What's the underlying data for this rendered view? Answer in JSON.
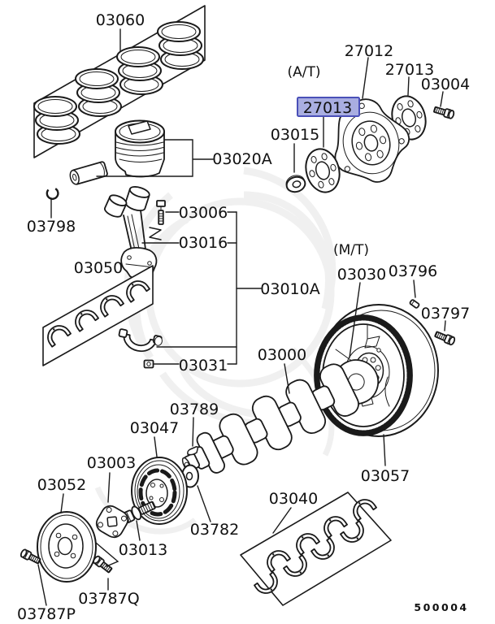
{
  "diagram": {
    "doc_number": "500004",
    "variants": {
      "automatic": "(A/T)",
      "manual": "(M/T)"
    },
    "colors": {
      "background": "#ffffff",
      "line": "#1a1a1a",
      "label_text": "#111111",
      "highlight_fill": "#a9aee1",
      "highlight_border": "#4a50b8",
      "highlight_text": "#16166a",
      "watermark": "#e4e4e4"
    },
    "labels": {
      "p03060": "03060",
      "p03020A": "03020A",
      "p03798": "03798",
      "p03006": "03006",
      "p03016": "03016",
      "p03050": "03050",
      "p03031": "03031",
      "p03010A": "03010A",
      "p27012": "27012",
      "p27013": "27013",
      "p27013_selected": "27013",
      "p03004": "03004",
      "p03015": "03015",
      "p03030": "03030",
      "p03796": "03796",
      "p03797": "03797",
      "p03000": "03000",
      "p03057": "03057",
      "p03040": "03040",
      "p03789": "03789",
      "p03047": "03047",
      "p03003": "03003",
      "p03052": "03052",
      "p03013": "03013",
      "p03782": "03782",
      "p03787P": "03787P",
      "p03787Q": "03787Q"
    }
  }
}
